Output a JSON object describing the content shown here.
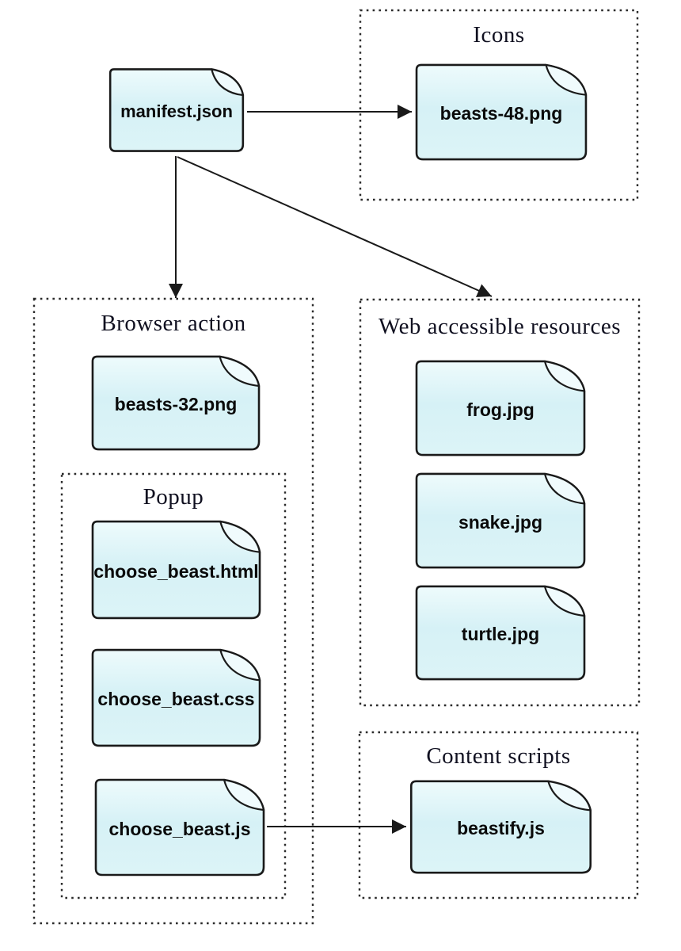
{
  "diagram": {
    "root_file": {
      "label": "manifest.json"
    },
    "groups": [
      {
        "key": "icons",
        "title": "Icons",
        "files": [
          {
            "label": "beasts-48.png"
          }
        ]
      },
      {
        "key": "browser-action",
        "title": "Browser action",
        "files": [
          {
            "label": "beasts-32.png"
          }
        ]
      },
      {
        "key": "popup",
        "title": "Popup",
        "files": [
          {
            "label": "choose_beast.html"
          },
          {
            "label": "choose_beast.css"
          },
          {
            "label": "choose_beast.js"
          }
        ]
      },
      {
        "key": "web-accessible-resources",
        "title": "Web accessible resources",
        "files": [
          {
            "label": "frog.jpg"
          },
          {
            "label": "snake.jpg"
          },
          {
            "label": "turtle.jpg"
          }
        ]
      },
      {
        "key": "content-scripts",
        "title": "Content scripts",
        "files": [
          {
            "label": "beastify.js"
          }
        ]
      }
    ],
    "connections": [
      {
        "from": "manifest.json",
        "to": "beasts-48.png",
        "style": "arrow"
      },
      {
        "from": "manifest.json",
        "to": "Browser action",
        "style": "arrow"
      },
      {
        "from": "manifest.json",
        "to": "Web accessible resources",
        "style": "arrow"
      },
      {
        "from": "choose_beast.js",
        "to": "beastify.js",
        "style": "arrow"
      }
    ],
    "colors": {
      "document_fill_top": "#eefbfc",
      "document_fill_mid": "#d6f1f6",
      "document_fill_bottom": "#dcf4f7",
      "document_fold_fill": "#f0fbfd",
      "document_border": "#1a1a1a",
      "group_border": "#2b2b2b",
      "arrow": "#1a1a1a",
      "title_text": "#101020",
      "label_text": "#0a0a0a",
      "background": "#ffffff"
    }
  }
}
